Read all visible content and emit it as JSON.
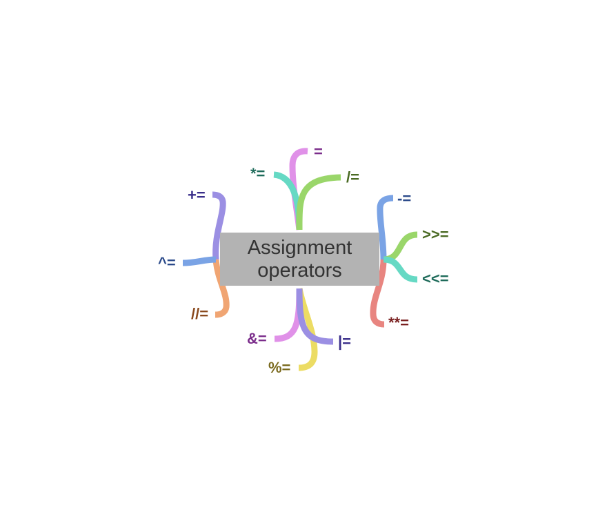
{
  "center": {
    "line1": "Assignment",
    "line2": "operators"
  },
  "branches": [
    {
      "id": "eq",
      "label": "=",
      "line": "#e091e8",
      "text": "#7b2d8b"
    },
    {
      "id": "mul",
      "label": "*=",
      "line": "#66d9c4",
      "text": "#1e6b5a"
    },
    {
      "id": "div",
      "label": "/=",
      "line": "#9ad66a",
      "text": "#4a6a23"
    },
    {
      "id": "add",
      "label": "+=",
      "line": "#9b8fe3",
      "text": "#3a2e8a"
    },
    {
      "id": "xor",
      "label": "^=",
      "line": "#7aa3e5",
      "text": "#2b4a8a"
    },
    {
      "id": "floordiv",
      "label": "//=",
      "line": "#f0a573",
      "text": "#8a4a1e"
    },
    {
      "id": "sub",
      "label": "-=",
      "line": "#7aa3e5",
      "text": "#2b4a8a"
    },
    {
      "id": "rshift",
      "label": ">>=",
      "line": "#9ad66a",
      "text": "#4a6a23"
    },
    {
      "id": "lshift",
      "label": "<<=",
      "line": "#66d9c4",
      "text": "#1e6b5a"
    },
    {
      "id": "pow",
      "label": "**=",
      "line": "#e88580",
      "text": "#7a2020"
    },
    {
      "id": "and",
      "label": "&=",
      "line": "#e091e8",
      "text": "#7b2d8b"
    },
    {
      "id": "or",
      "label": "|=",
      "line": "#9b8fe3",
      "text": "#3a2e8a"
    },
    {
      "id": "mod",
      "label": "%=",
      "line": "#ecdc64",
      "text": "#7a6a1e"
    }
  ]
}
